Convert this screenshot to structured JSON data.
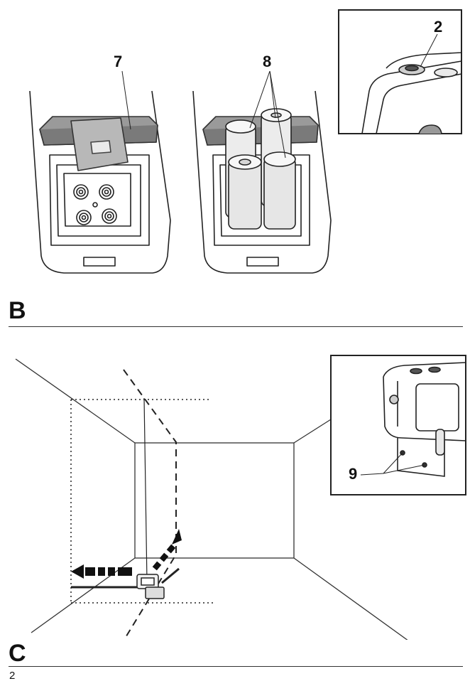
{
  "figure_b": {
    "callout_7": "7",
    "callout_8": "8",
    "callout_2": "2",
    "section_label": "B"
  },
  "figure_c": {
    "callout_9": "9",
    "section_label": "C"
  },
  "page_number": "2"
}
